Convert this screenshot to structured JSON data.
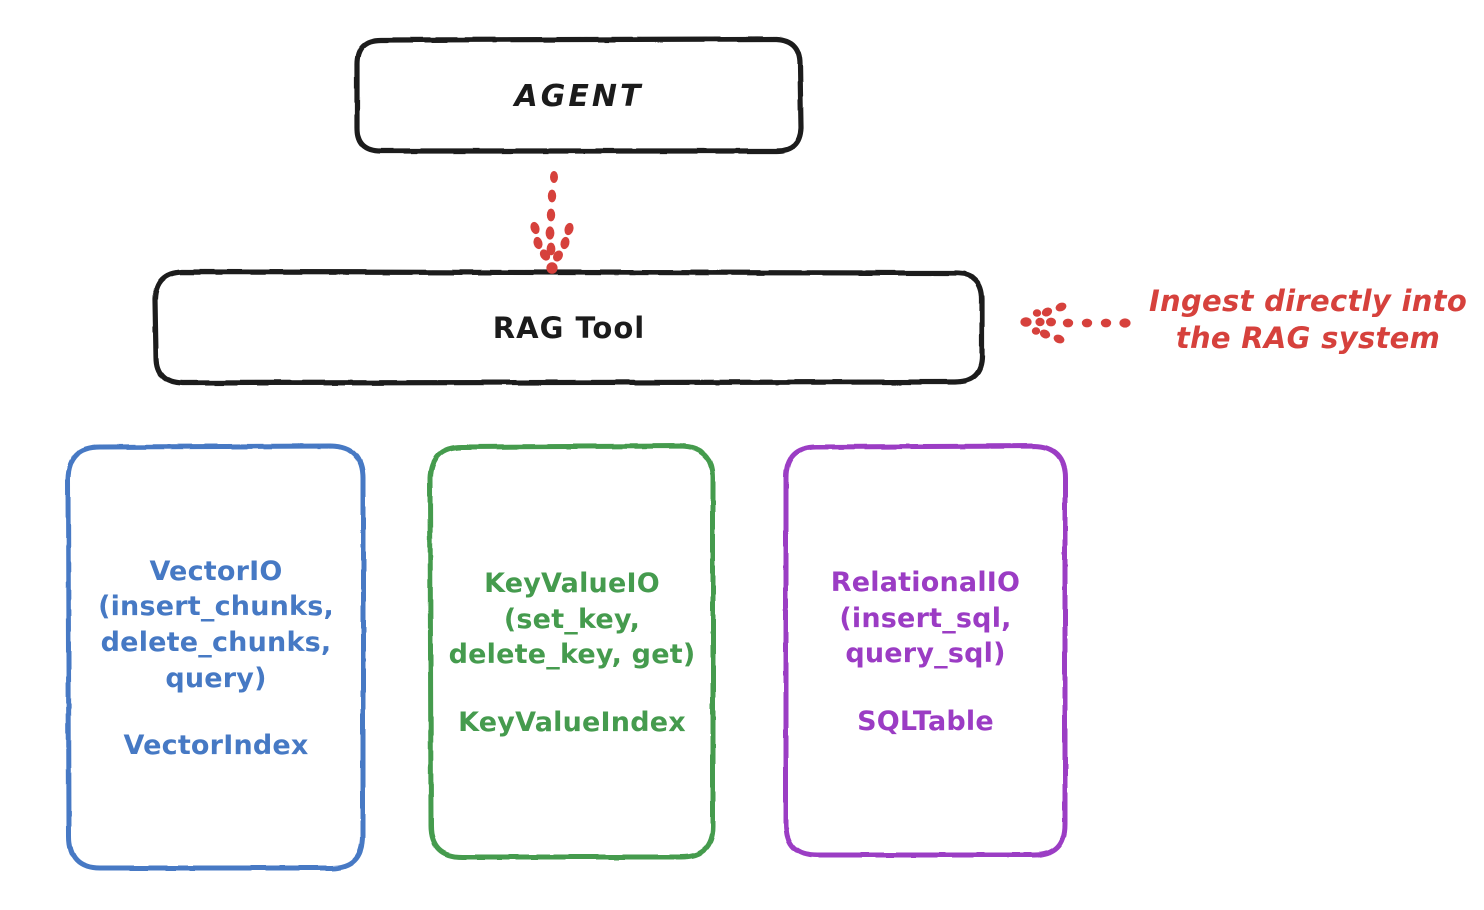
{
  "diagram": {
    "title_text": "RAG Tool architecture diagram",
    "background": "#ffffff",
    "style": "hand-drawn sketch"
  },
  "colors": {
    "black": "#1b1b1b",
    "blue": "#4679c4",
    "green": "#459b4e",
    "purple": "#9b3cc4",
    "red": "#d6413c"
  },
  "nodes": {
    "agent": {
      "label": "AGENT",
      "stroke": "#1b1b1b"
    },
    "rag_tool": {
      "label": "RAG Tool",
      "stroke": "#1b1b1b"
    },
    "vector": {
      "title": "VectorIO\n(insert_chunks,\ndelete_chunks,\nquery)",
      "index": "VectorIndex",
      "stroke": "#4679c4"
    },
    "keyvalue": {
      "title": "KeyValueIO\n(set_key,\ndelete_key, get)",
      "index": "KeyValueIndex",
      "stroke": "#459b4e"
    },
    "relational": {
      "title": "RelationalIO\n(insert_sql,\nquery_sql)",
      "index": "SQLTable",
      "stroke": "#9b3cc4"
    }
  },
  "annotations": {
    "ingest": {
      "text": "Ingest directly into\nthe RAG system",
      "color": "#d6413c"
    }
  },
  "connectors": {
    "agent_to_rag": {
      "name": "dotted-arrow-down",
      "color": "#d6413c",
      "direction": "down"
    },
    "ingest_to_rag": {
      "name": "dotted-arrow-left",
      "color": "#d6413c",
      "direction": "left"
    }
  }
}
